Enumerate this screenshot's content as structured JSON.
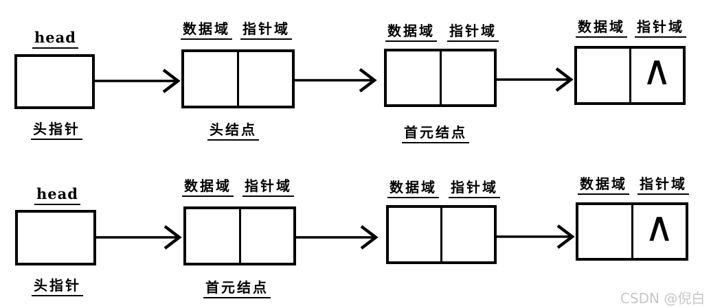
{
  "watermark": "CSDN @倪白",
  "field_labels": {
    "data": "数据域",
    "pointer": "指针域"
  },
  "null_symbol": "∧",
  "rows": [
    {
      "head_label": "head",
      "head_caption": "头指针",
      "node_captions": [
        "头结点",
        "首元结点",
        ""
      ]
    },
    {
      "head_label": "head",
      "head_caption": "头指针",
      "node_captions": [
        "首元结点",
        "",
        ""
      ]
    }
  ]
}
